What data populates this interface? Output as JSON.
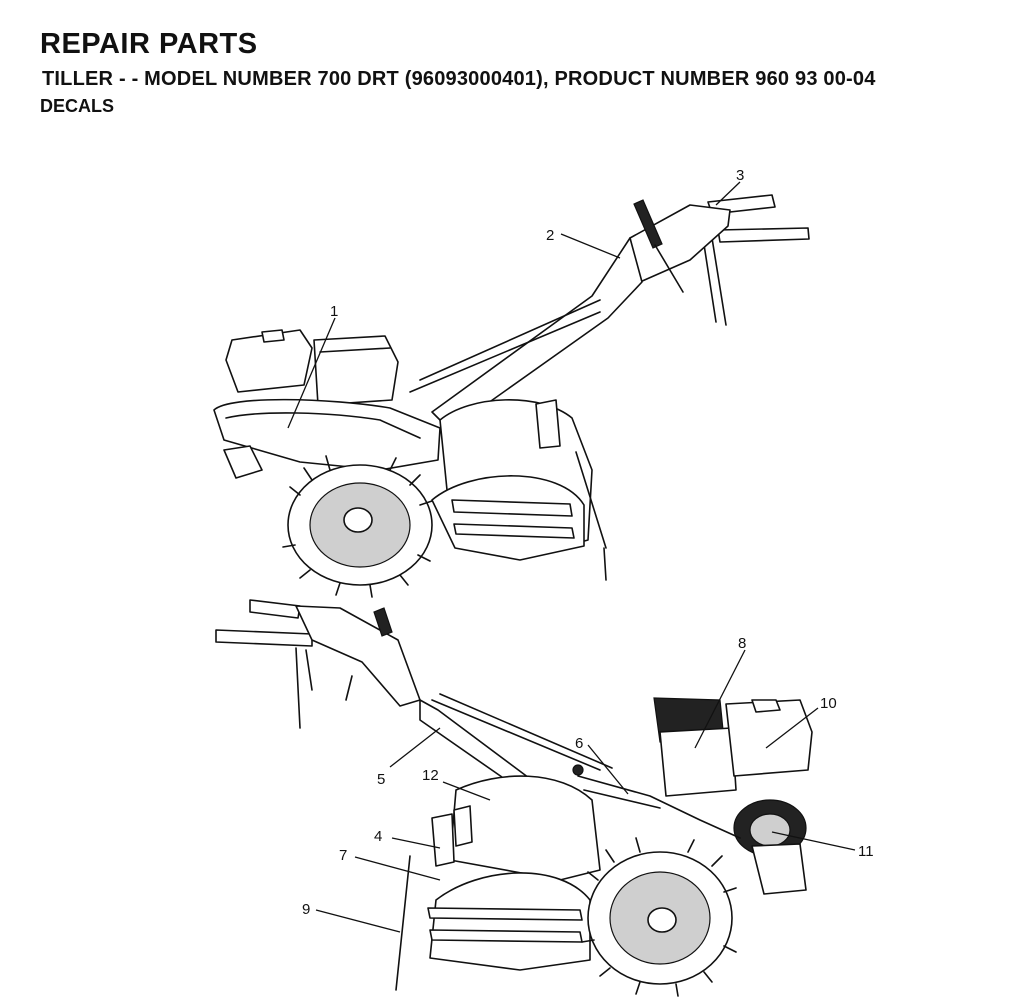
{
  "header": {
    "title": "REPAIR PARTS",
    "subtitle": "TILLER - - MODEL NUMBER 700 DRT (96093000401), PRODUCT NUMBER 960 93 00-04",
    "section": "DECALS"
  },
  "callouts": [
    "1",
    "2",
    "3",
    "4",
    "5",
    "6",
    "7",
    "8",
    "9",
    "10",
    "11",
    "12"
  ]
}
